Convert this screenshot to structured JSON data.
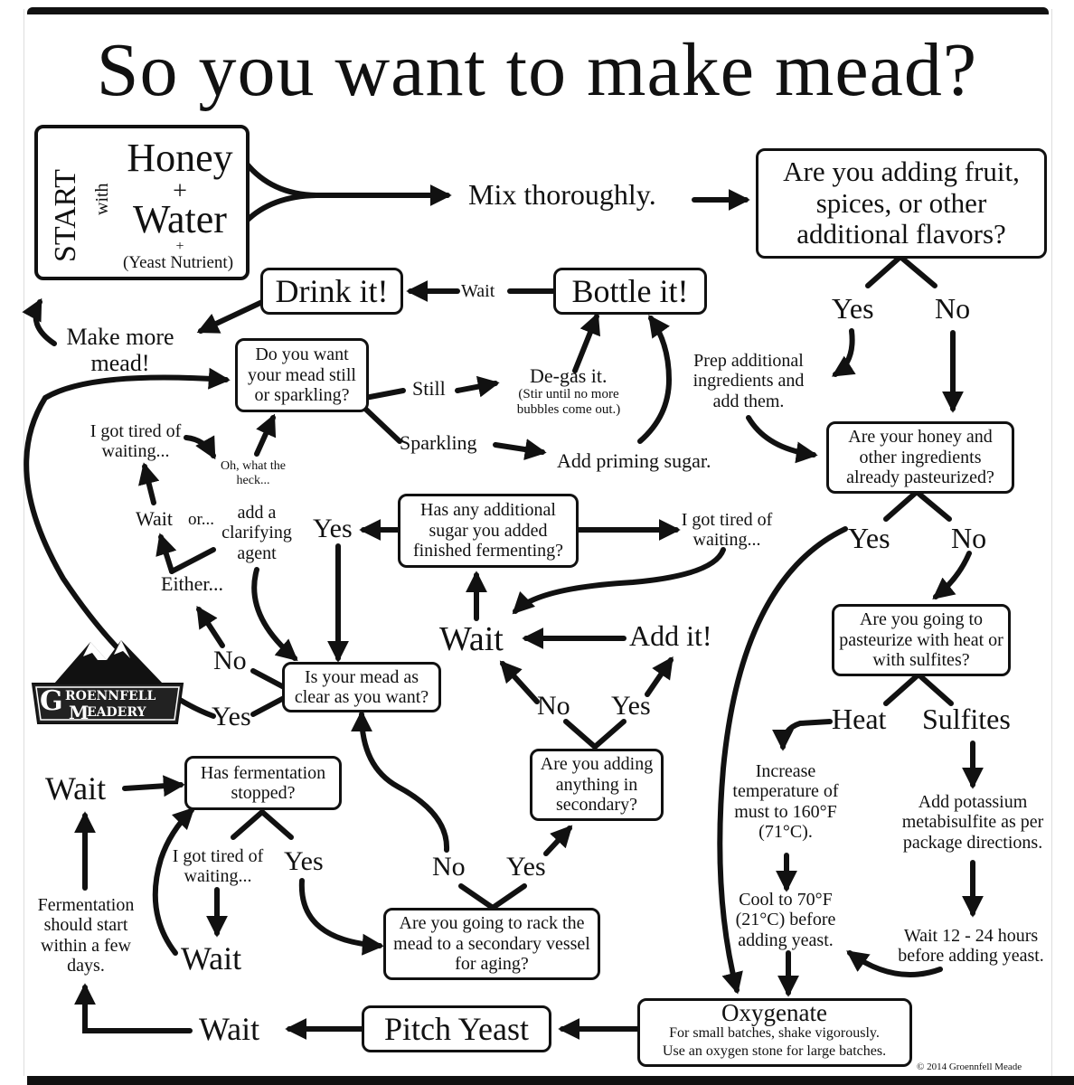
{
  "title": "So you want to make mead?",
  "start": {
    "start_label": "START",
    "with_label": "with",
    "honey": "Honey",
    "plus1": "+",
    "water": "Water",
    "plus2": "+",
    "nutrient": "(Yeast Nutrient)"
  },
  "nodes": {
    "mix": "Mix thoroughly.",
    "adding_flavors": "Are you adding fruit, spices, or other additional flavors?",
    "flavors_yes": "Yes",
    "flavors_no": "No",
    "prep_ingredients": "Prep additional ingredients and add them.",
    "pasteurized_q": "Are your honey and other ingredients already pasteurized?",
    "pasteurized_yes": "Yes",
    "pasteurized_no": "No",
    "heat_or_sulfites_q": "Are you going to pasteurize with heat or with sulfites?",
    "heat": "Heat",
    "sulfites": "Sulfites",
    "increase_temp": "Increase temperature of must to 160°F (71°C).",
    "cool_to": "Cool to 70°F (21°C) before adding yeast.",
    "add_metabisulfite": "Add potassium metabisulfite as per package directions.",
    "wait_12_24": "Wait 12 - 24 hours before adding yeast.",
    "oxygenate_title": "Oxygenate",
    "oxygenate_body1": "For small batches, shake vigorously.",
    "oxygenate_body2": "Use an oxygen stone for large batches.",
    "pitch_yeast": "Pitch Yeast",
    "wait_after_pitch": "Wait",
    "fermentation_start": "Fermentation should start within a few days.",
    "wait_left": "Wait",
    "fermentation_stopped_q": "Has fermentation stopped?",
    "tired_waiting_1": "I got tired of waiting...",
    "wait_lower": "Wait",
    "ferm_yes": "Yes",
    "rack_q": "Are you going to rack the mead to a secondary vessel for aging?",
    "rack_no": "No",
    "rack_yes": "Yes",
    "adding_secondary_q": "Are you adding anything in secondary?",
    "secondary_no": "No",
    "secondary_yes": "Yes",
    "add_it": "Add it!",
    "wait_center": "Wait",
    "sugar_fermenting_q": "Has any additional sugar you added finished fermenting?",
    "sugar_yes": "Yes",
    "tired_waiting_2": "I got tired of waiting...",
    "clear_q": "Is your mead as clear as you want?",
    "clear_no": "No",
    "clear_yes": "Yes",
    "either": "Either...",
    "wait_or": "Wait",
    "or": "or...",
    "clarifying": "add a clarifying agent",
    "tired_waiting_3": "I got tired of waiting...",
    "oh_what": "Oh, what the heck...",
    "still_or_sparkling_q": "Do you want your mead still or sparkling?",
    "still": "Still",
    "sparkling": "Sparkling",
    "degas": "De-gas it.",
    "degas_note": "(Stir until no more bubbles come out.)",
    "priming_sugar": "Add priming sugar.",
    "bottle_it": "Bottle it!",
    "wait_bottle": "Wait",
    "drink_it": "Drink it!",
    "make_more": "Make more mead!"
  },
  "logo": {
    "brand_line1": "ROENNFELL",
    "brand_line2": "EADERY",
    "initial_g": "G",
    "initial_m": "M"
  },
  "copyright": "© 2014 Groennfell Meade"
}
